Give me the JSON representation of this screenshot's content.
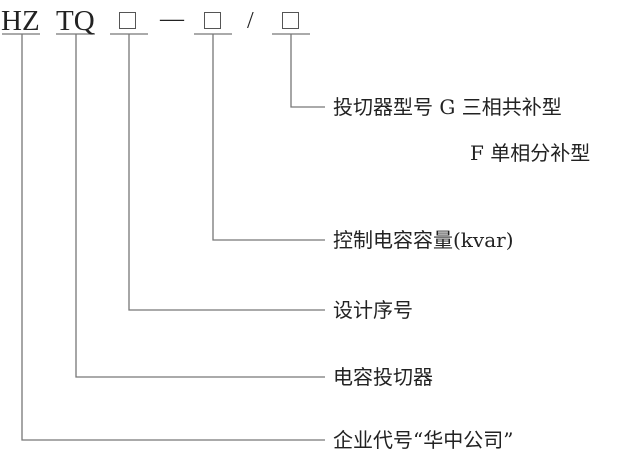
{
  "code": {
    "hz": "HZ",
    "tq": "TQ",
    "dash": "—",
    "slash": "/"
  },
  "labels": {
    "switch_type": "投切器型号 G 三相共补型",
    "switch_type_f": "F 单相分补型",
    "capacity": "控制电容容量(kvar)",
    "design_no": "设计序号",
    "product": "电容投切器",
    "company": "企业代号“华中公司”"
  }
}
